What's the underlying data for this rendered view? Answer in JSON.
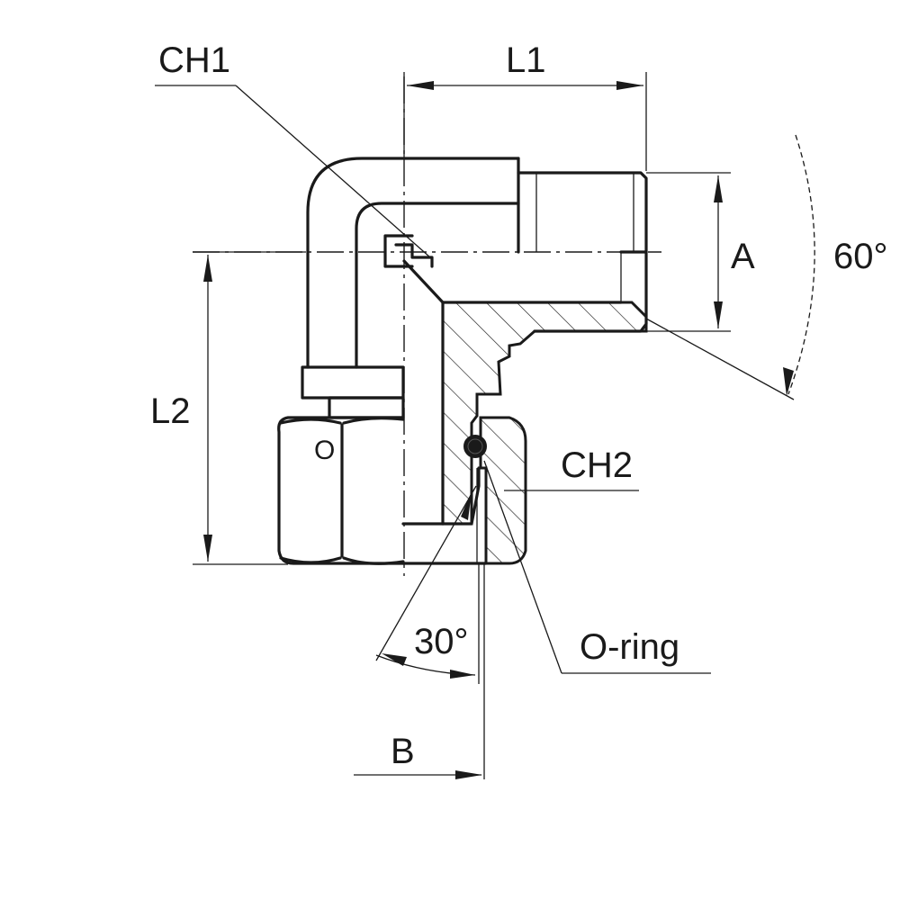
{
  "drawing": {
    "labels": {
      "ch1": "CH1",
      "l1": "L1",
      "a": "A",
      "angle_60": "60°",
      "l2": "L2",
      "o_mark": "O",
      "ch2": "CH2",
      "angle_30": "30°",
      "o_ring": "O-ring",
      "b": "B"
    }
  }
}
